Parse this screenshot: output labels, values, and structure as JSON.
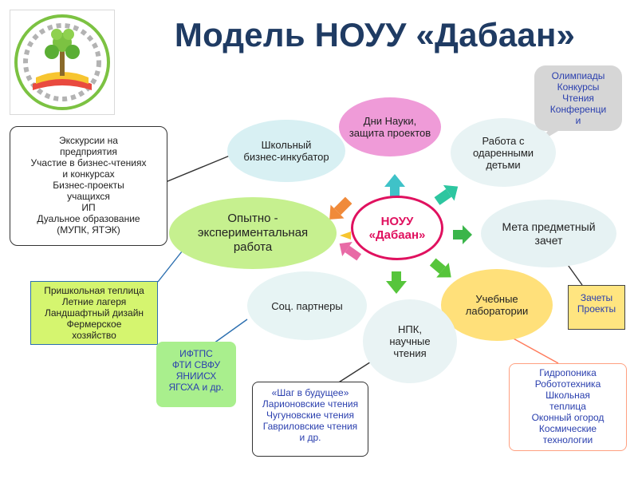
{
  "title": "Модель НОУУ «Дабаан»",
  "logo": {
    "icon": "school-emblem-tree-icon"
  },
  "center": "НОУУ\n«Дабаан»",
  "nodes": {
    "days": "Дни Науки,\nзащита проектов",
    "school": "Школьный\nбизнес-инкубатор",
    "gifted": "Работа с\nодаренными\nдетьми",
    "exp": "Опытно -\nэкспериментальная\nработа",
    "meta": "Мета предметный\nзачет",
    "soc": "Соц. партнеры",
    "labs": "Учебные\nлаборатории",
    "npk": "НПК,\nнаучные\nчтения"
  },
  "callouts": {
    "excursion": "Экскурсии на\nпредприятия\nУчастие в бизнес-чтениях\nи конкурсах\nБизнес-проекты\nучащихся\nИП\nДуальное образование\n(МУПК, ЯТЭК)",
    "olymp": "Олимпиады\nКонкурсы\nЧтения\nКонференци\nи",
    "greenhouse": "Пришкольная теплица\nЛетние лагеря\nЛандшафтный дизайн\nФермерское\nхозяйство",
    "iftps": "ИФТПС\nФТИ СВФУ\nЯНИИСХ\nЯГСХА и др.",
    "steps": "«Шаг в будущее»\nЛарионовские чтения\nЧугуновские чтения\nГавриловские чтения\nи др.",
    "zachety": "Зачеты\nПроекты",
    "hydro": "Гидропоника\nРобототехника\nШкольная\nтеплица\nОконный огород\nКосмические\nтехнологии"
  },
  "colors": {
    "title": "#1f3b63",
    "center_border": "#e0115f",
    "callout_text": "#2a3fae",
    "arrows": [
      "#f08a3a",
      "#3fc2c8",
      "#2dc6a0",
      "#3ab54a",
      "#f7c530",
      "#e86aa6",
      "#56c53b"
    ]
  }
}
